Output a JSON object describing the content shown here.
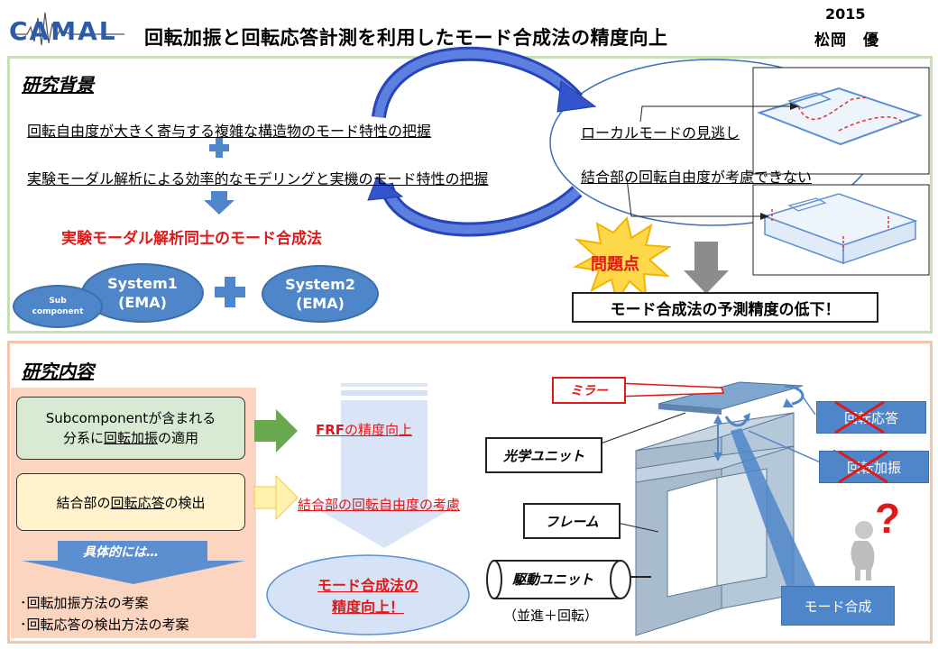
{
  "header": {
    "logo_text": "CAMAL",
    "title": "回転加振と回転応答計測を利用したモード合成法の精度向上",
    "year": "2015",
    "author": "松岡　優"
  },
  "background": {
    "heading": "研究背景",
    "line1": "回転自由度が大きく寄与する複雑な構造物のモード特性の把握",
    "line2": "実験モーダル解析による効率的なモデリングと実機のモード特性の把握",
    "method": "実験モーダル解析同士のモード合成法",
    "system1": "System1",
    "system1_sub": "(EMA)",
    "system2": "System2",
    "system2_sub": "(EMA)",
    "subcomponent": "Sub component",
    "problem1": "ローカルモードの見逃し",
    "problem2": "結合部の回転自由度が考慮できない",
    "problem_badge": "問題点",
    "conclusion": "モード合成法の予測精度の低下！"
  },
  "content": {
    "heading": "研究内容",
    "box1_line1": "Subcomponentが含まれる",
    "box1_line2_pre": "分系に",
    "box1_line2_ul": "回転加振",
    "box1_line2_post": "の適用",
    "box2_pre": "結合部の",
    "box2_ul": "回転応答",
    "box2_post": "の検出",
    "specifically": "具体的には…",
    "bullet1": "･回転加振方法の考案",
    "bullet2": "･回転応答の検出方法の考案",
    "result1_pre": "FRF",
    "result1_post": "の精度向上",
    "result2": "結合部の回転自由度の考慮",
    "goal_line1": "モード合成法の",
    "goal_line2": "精度向上！",
    "label_mirror": "ミラー",
    "label_optical": "光学ユニット",
    "label_frame": "フレーム",
    "label_drive": "駆動ユニット",
    "label_drive_sub": "（並進＋回転）",
    "label_rot_resp": "回転応答",
    "label_rot_exc": "回転加振",
    "label_mode_synth": "モード合成",
    "question": "?"
  },
  "colors": {
    "accent_blue": "#4f86c9",
    "red": "#e01818",
    "green_box": "#d9ead3",
    "yellow_box": "#fff2cc",
    "orange_panel": "#fbd5bf"
  }
}
